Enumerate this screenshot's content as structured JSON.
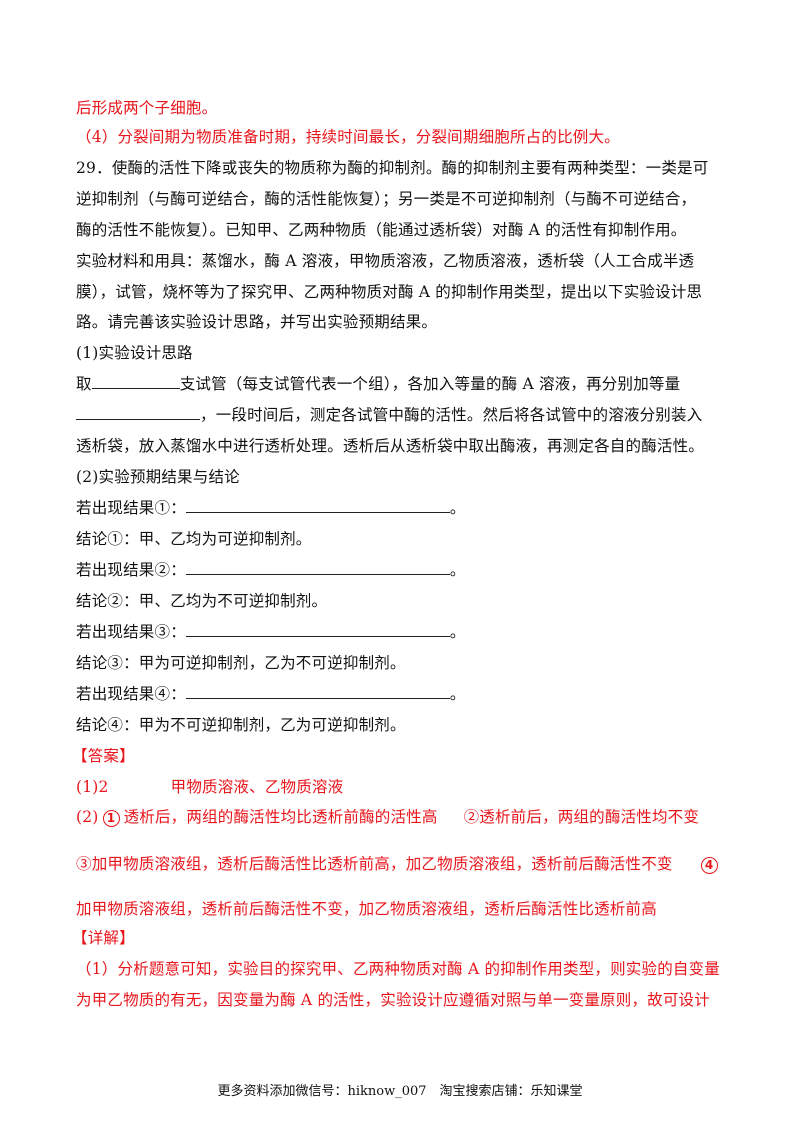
{
  "prev": {
    "line1": "后形成两个子细胞。",
    "line2": "（4）分裂间期为物质准备时期，持续时间最长，分裂间期细胞所占的比例大。"
  },
  "question": {
    "lines": [
      "29．使酶的活性下降或丧失的物质称为酶的抑制剂。酶的抑制剂主要有两种类型：一类是可",
      "逆抑制剂（与酶可逆结合，酶的活性能恢复）；另一类是不可逆抑制剂（与酶不可逆结合，",
      "酶的活性不能恢复）。已知甲、乙两种物质（能通过透析袋）对酶 A 的活性有抑制作用。",
      "实验材料和用具：蒸馏水，酶 A 溶液，甲物质溶液，乙物质溶液，透析袋（人工合成半透",
      "膜），试管，烧杯等为了探究甲、乙两种物质对酶 A 的抑制作用类型，提出以下实验设计思",
      "路。请完善该实验设计思路，并写出实验预期结果。"
    ],
    "part1_title": "(1)实验设计思路",
    "p1_a": "取",
    "p1_b": "支试管（每支试管代表一个组），各加入等量的酶 A 溶液，再分别加等量",
    "p1_c": "，一段时间后，测定各试管中酶的活性。然后将各试管中的溶液分别装入",
    "p1_d": "透析袋，放入蒸馏水中进行透析处理。透析后从透析袋中取出酶液，再测定各自的酶活性。",
    "part2_title": "(2)实验预期结果与结论",
    "results": [
      {
        "label": "若出现结果①：",
        "end": "。",
        "conclusion": "结论①：甲、乙均为可逆抑制剂。"
      },
      {
        "label": "若出现结果②：",
        "end": "。",
        "conclusion": "结论②：甲、乙均为不可逆抑制剂。"
      },
      {
        "label": "若出现结果③：",
        "end": "。",
        "conclusion": "结论③：甲为可逆抑制剂，乙为不可逆抑制剂。"
      },
      {
        "label": "若出现结果④：",
        "end": "。",
        "conclusion": "结论④：甲为不可逆抑制剂，乙为可逆抑制剂。"
      }
    ]
  },
  "answer": {
    "header": "【答案】",
    "a1_num": "(1)2",
    "a1_text": "甲物质溶液、乙物质溶液",
    "a2_prefix": "(2)",
    "a2_c1": "1",
    "a2_t1": "透析后，两组的酶活性均比透析前酶的活性高",
    "a2_t2": "②透析前后，两组的酶活性均不变",
    "a3": "③加甲物质溶液组，透析后酶活性比透析前高，加乙物质溶液组，透析前后酶活性不变",
    "a3_c4": "4",
    "a4": "加甲物质溶液组，透析前后酶活性不变，加乙物质溶液组，透析后酶活性比透析前高"
  },
  "detail": {
    "header": "【详解】",
    "line1": "（1）分析题意可知，实验目的探究甲、乙两种物质对酶 A 的抑制作用类型，则实验的自变量",
    "line2": "为甲乙物质的有无，因变量为酶 A 的活性，实验设计应遵循对照与单一变量原则，故可设计"
  },
  "footer": "更多资料添加微信号：hiknow_007　淘宝搜索店铺：乐知课堂"
}
